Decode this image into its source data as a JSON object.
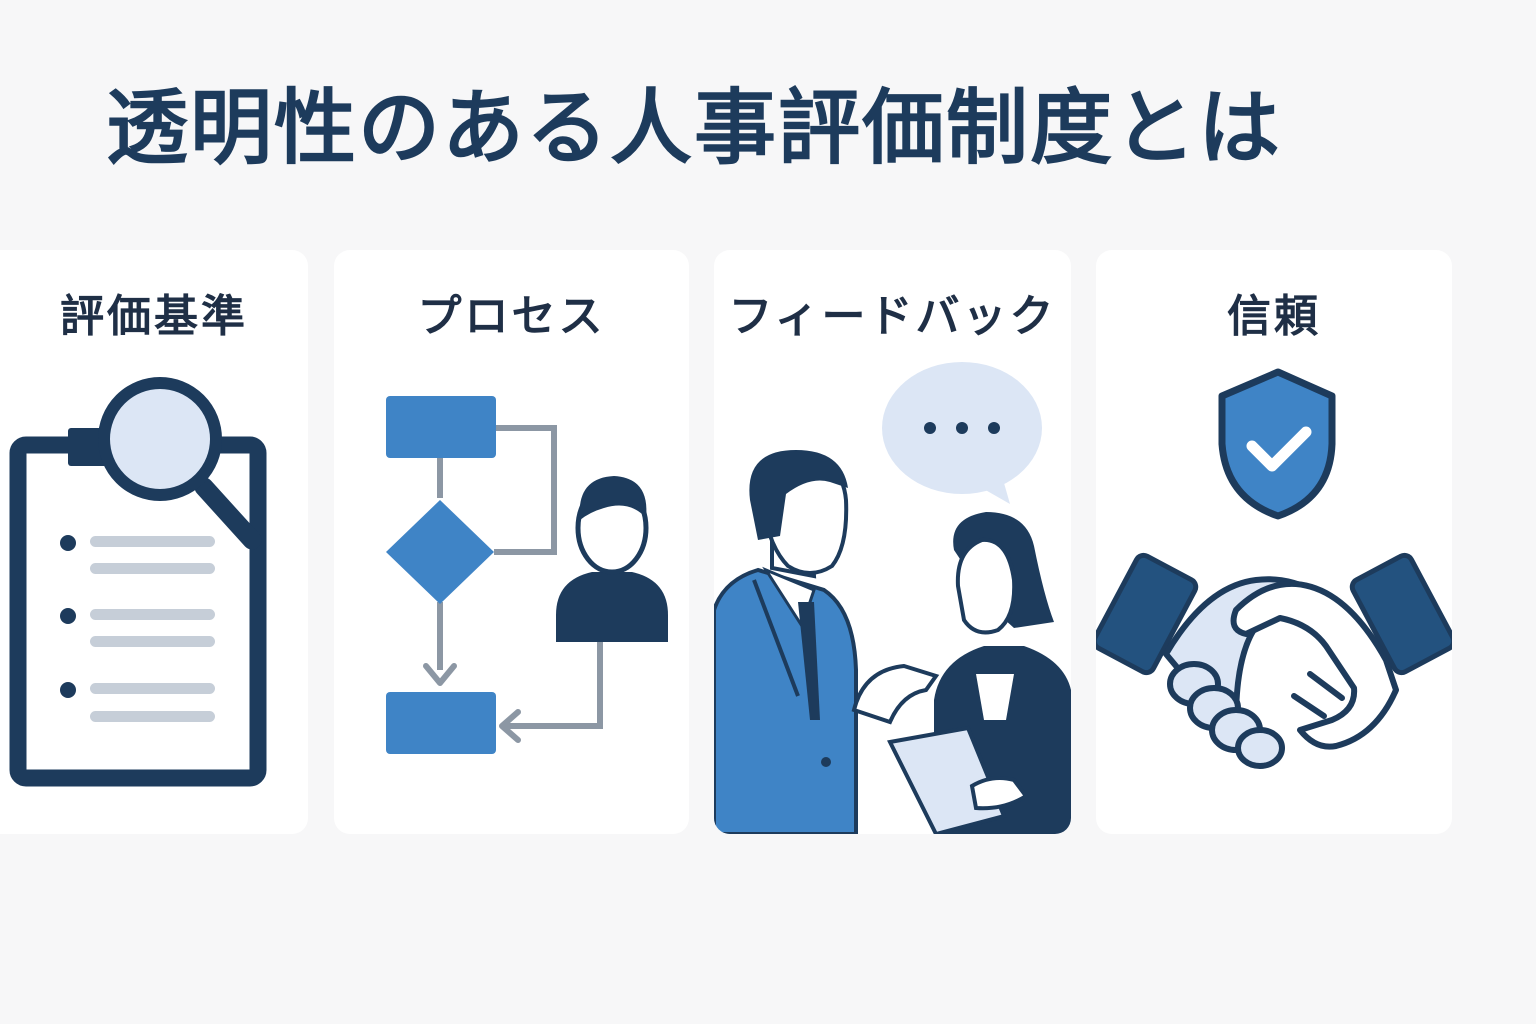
{
  "page": {
    "title": "透明性のある人事評価制度とは"
  },
  "cards": [
    {
      "title": "評価基準",
      "icon": "clipboard-magnifier-icon"
    },
    {
      "title": "プロセス",
      "icon": "flowchart-person-icon"
    },
    {
      "title": "フィードバック",
      "icon": "conversation-icon"
    },
    {
      "title": "信頼",
      "icon": "shield-handshake-icon"
    }
  ],
  "colors": {
    "navy": "#1d3b5c",
    "blue": "#3f84c6",
    "light_blue": "#dce6f5",
    "gray": "#8c97a4",
    "line_gray": "#c6ced8",
    "background": "#f7f7f8",
    "card": "#ffffff"
  }
}
